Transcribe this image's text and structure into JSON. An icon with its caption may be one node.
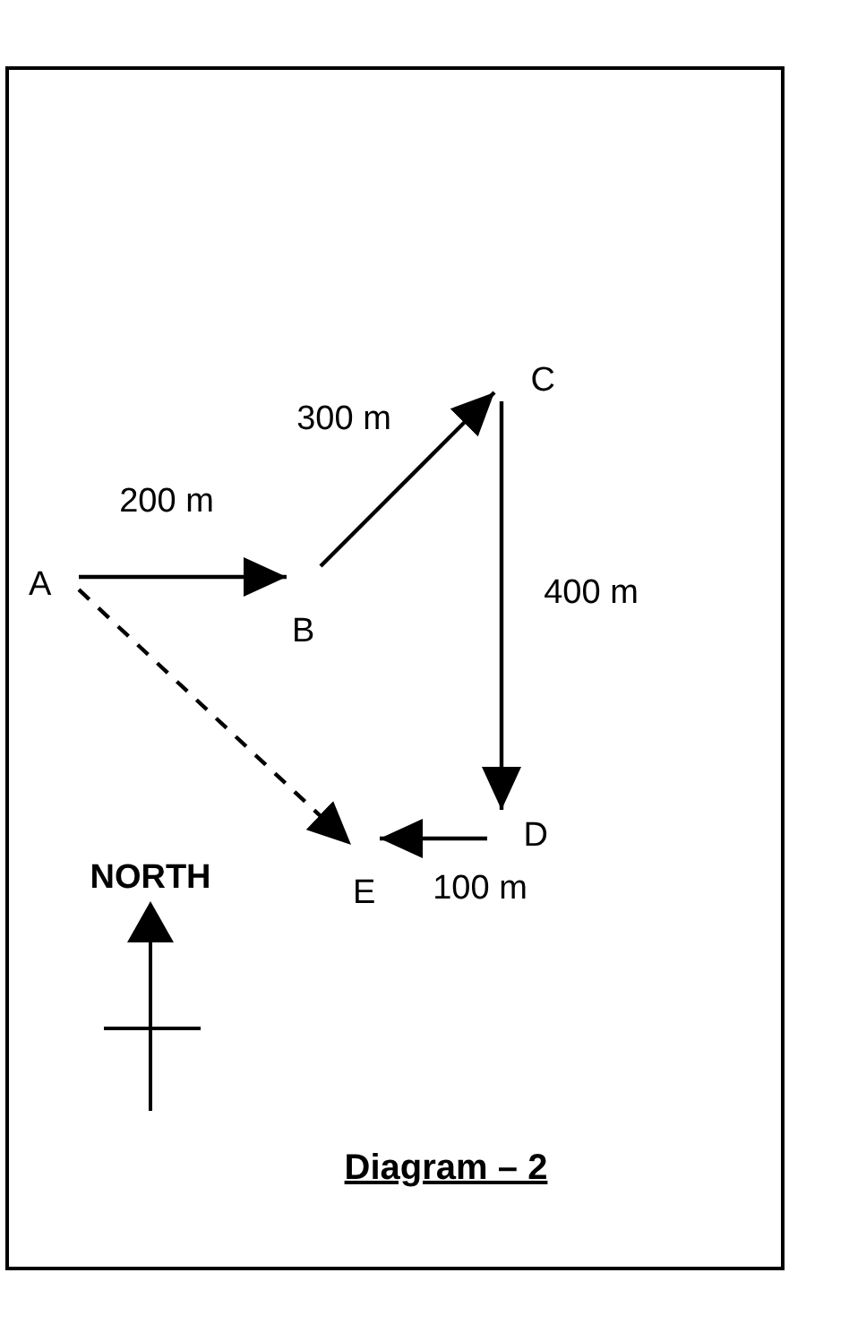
{
  "diagram": {
    "caption": "Diagram – 2",
    "nodes": [
      {
        "text": [
          "A"
        ]
      },
      {
        "text": [
          "B"
        ]
      },
      {
        "text": [
          "C"
        ]
      },
      {
        "text": [
          "D"
        ]
      },
      {
        "text": [
          "E"
        ]
      }
    ],
    "edges": [
      {
        "from": 0,
        "to": 1,
        "arrow": "to",
        "label": "200 m"
      },
      {
        "from": 1,
        "to": 2,
        "arrow": "to",
        "label": "300 m"
      },
      {
        "from": 2,
        "to": 3,
        "arrow": "to",
        "label": "400 m"
      },
      {
        "from": 3,
        "to": 4,
        "arrow": "to",
        "label": "100 m"
      },
      {
        "from": 0,
        "to": 4,
        "arrow": "to",
        "style": "dashed"
      }
    ],
    "labels": [
      "NORTH"
    ]
  }
}
